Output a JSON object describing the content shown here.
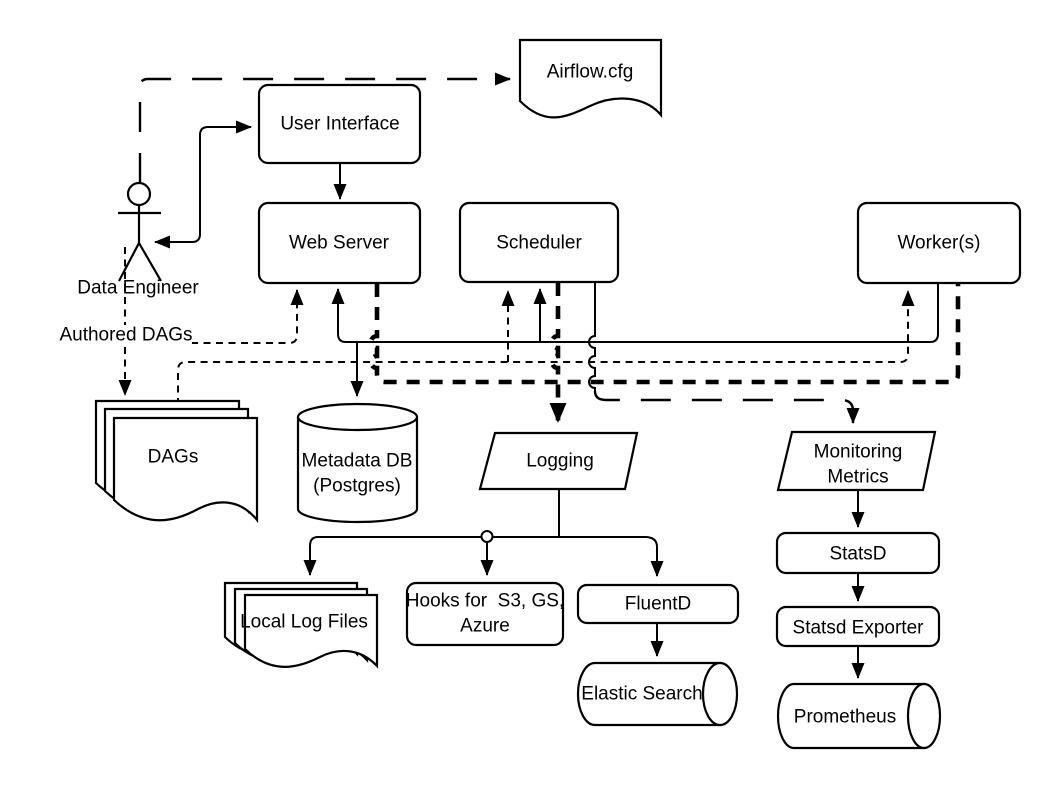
{
  "diagram": {
    "description": "Apache Airflow architecture diagram",
    "colors": {
      "stroke": "#000000",
      "fill": "#ffffff",
      "background": "#ffffff"
    },
    "nodes": {
      "airflow_cfg": {
        "label": "Airflow.cfg",
        "shape": "document"
      },
      "user_interface": {
        "label": "User Interface",
        "shape": "rounded-rect"
      },
      "web_server": {
        "label": "Web Server",
        "shape": "rounded-rect"
      },
      "scheduler": {
        "label": "Scheduler",
        "shape": "rounded-rect"
      },
      "workers": {
        "label": "Worker(s)",
        "shape": "rounded-rect"
      },
      "data_engineer": {
        "label": "Data Engineer",
        "shape": "actor"
      },
      "dags": {
        "label": "DAGs",
        "shape": "document-stack"
      },
      "metadata_db": {
        "line1": "Metadata DB",
        "line2": "(Postgres)",
        "shape": "cylinder"
      },
      "logging": {
        "label": "Logging",
        "shape": "parallelogram"
      },
      "monitoring": {
        "line1": "Monitoring",
        "line2": "Metrics",
        "shape": "parallelogram"
      },
      "statsd": {
        "label": "StatsD",
        "shape": "rounded-rect"
      },
      "statsd_exporter": {
        "label": "Statsd Exporter",
        "shape": "rounded-rect"
      },
      "prometheus": {
        "label": "Prometheus",
        "shape": "horizontal-cylinder"
      },
      "local_log_files": {
        "label": "Local Log Files",
        "shape": "document-stack"
      },
      "hooks": {
        "line1": "Hooks for  S3, GS,",
        "line2": "Azure",
        "shape": "rounded-rect"
      },
      "fluentd": {
        "label": "FluentD",
        "shape": "rounded-rect"
      },
      "elastic_search": {
        "label": "Elastic Search",
        "shape": "horizontal-cylinder"
      }
    },
    "edge_labels": {
      "authored_dags": "Authored DAGs"
    },
    "edges": [
      {
        "from": "data_engineer",
        "to": "airflow_cfg",
        "style": "long-dash",
        "arrow": "end"
      },
      {
        "from": "data_engineer",
        "to": "user_interface",
        "style": "solid",
        "arrow": "both"
      },
      {
        "from": "user_interface",
        "to": "web_server",
        "style": "solid",
        "arrow": "end"
      },
      {
        "from": "data_engineer",
        "to": "web_server",
        "style": "dashed",
        "label": "Authored DAGs",
        "arrow": "end"
      },
      {
        "from": "data_engineer",
        "to": "dags",
        "style": "dashed",
        "arrow": "end"
      },
      {
        "from": "dags",
        "to": "scheduler",
        "style": "dashed",
        "arrow": "end"
      },
      {
        "from": "dags",
        "to": "workers",
        "style": "dashed",
        "arrow": "end"
      },
      {
        "from": "metadata_db",
        "to": "web_server",
        "style": "solid",
        "arrow": "both-bus"
      },
      {
        "from": "metadata_db",
        "to": "scheduler",
        "style": "solid",
        "arrow": "end"
      },
      {
        "from": "metadata_db",
        "to": "workers",
        "style": "solid",
        "arrow": "none"
      },
      {
        "from": "web_server",
        "to": "logging",
        "style": "bold-dash",
        "arrow": "end"
      },
      {
        "from": "scheduler",
        "to": "logging",
        "style": "bold-dash",
        "arrow": "end"
      },
      {
        "from": "workers",
        "to": "logging",
        "style": "bold-dash",
        "arrow": "end"
      },
      {
        "from": "scheduler",
        "to": "monitoring",
        "style": "long-dash",
        "arrow": "end"
      },
      {
        "from": "logging",
        "to": "local_log_files",
        "style": "solid",
        "arrow": "end"
      },
      {
        "from": "logging",
        "to": "hooks",
        "style": "solid",
        "arrow": "end"
      },
      {
        "from": "logging",
        "to": "fluentd",
        "style": "solid",
        "arrow": "end"
      },
      {
        "from": "fluentd",
        "to": "elastic_search",
        "style": "solid",
        "arrow": "end"
      },
      {
        "from": "monitoring",
        "to": "statsd",
        "style": "solid",
        "arrow": "end"
      },
      {
        "from": "statsd",
        "to": "statsd_exporter",
        "style": "solid",
        "arrow": "end"
      },
      {
        "from": "statsd_exporter",
        "to": "prometheus",
        "style": "solid",
        "arrow": "end"
      }
    ]
  }
}
